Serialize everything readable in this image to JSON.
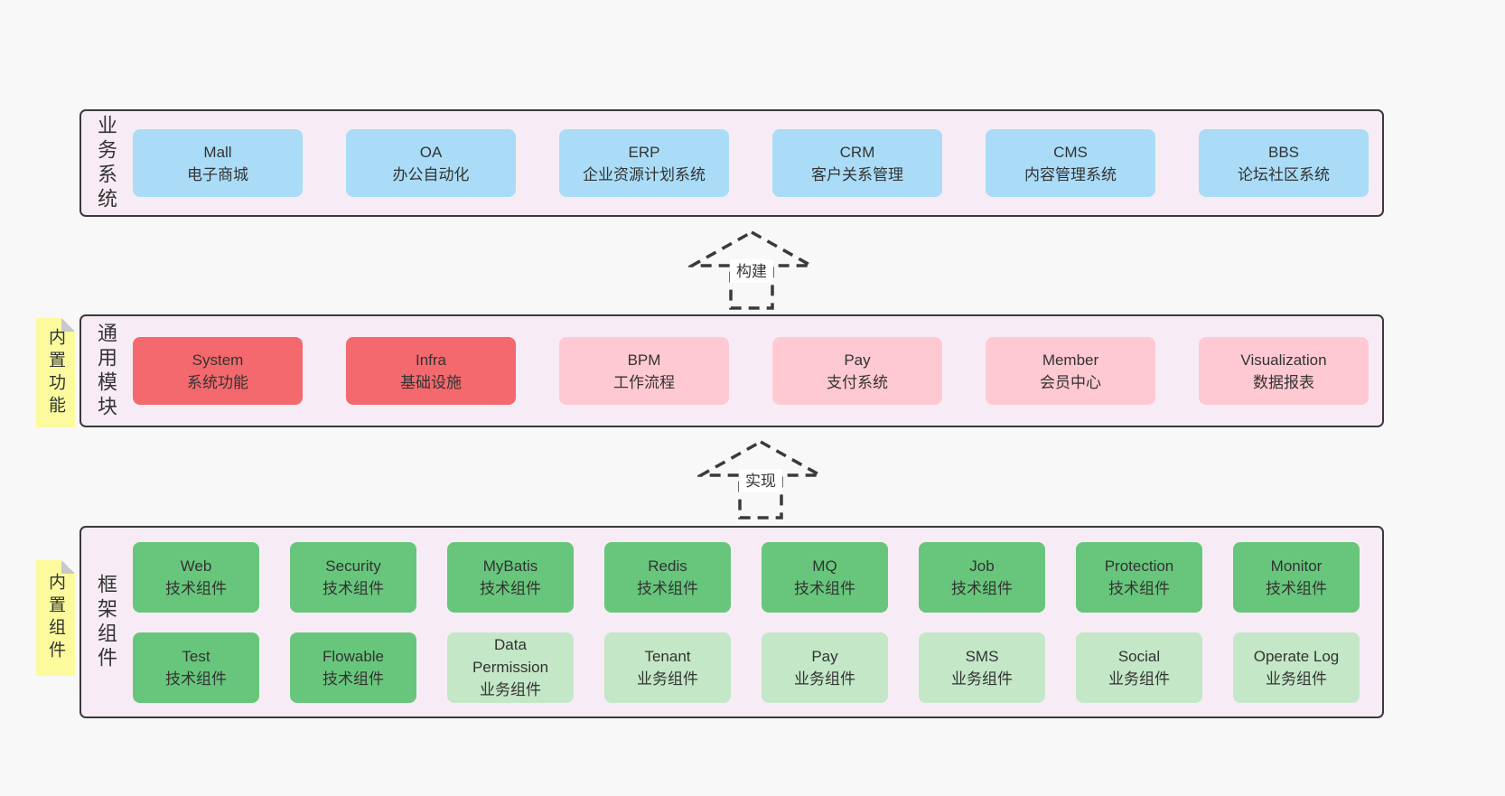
{
  "colors": {
    "page_bg": "#f8f8f8",
    "panel_bg": "#f7ecf5",
    "panel_border": "#3a3a3a",
    "blue": "#aadcf7",
    "red": "#f4696d",
    "pink": "#ffc9d3",
    "green": "#67c67b",
    "light_green": "#c3e7c7",
    "sticky_yellow": "#fbfb9e",
    "fold_gray": "#c9c9c9",
    "text": "#333333"
  },
  "arrows": [
    {
      "label": "构建"
    },
    {
      "label": "实现"
    }
  ],
  "layers": [
    {
      "id": "business",
      "side_label": "业务系统",
      "sticky": null,
      "rows": [
        [
          {
            "en": "Mall",
            "zh": "电子商城",
            "variant": "blue"
          },
          {
            "en": "OA",
            "zh": "办公自动化",
            "variant": "blue"
          },
          {
            "en": "ERP",
            "zh": "企业资源计划系统",
            "variant": "blue"
          },
          {
            "en": "CRM",
            "zh": "客户关系管理",
            "variant": "blue"
          },
          {
            "en": "CMS",
            "zh": "内容管理系统",
            "variant": "blue"
          },
          {
            "en": "BBS",
            "zh": "论坛社区系统",
            "variant": "blue"
          }
        ]
      ]
    },
    {
      "id": "modules",
      "side_label": "通用模块",
      "sticky": "内置功能",
      "rows": [
        [
          {
            "en": "System",
            "zh": "系统功能",
            "variant": "red"
          },
          {
            "en": "Infra",
            "zh": "基础设施",
            "variant": "red"
          },
          {
            "en": "BPM",
            "zh": "工作流程",
            "variant": "pink"
          },
          {
            "en": "Pay",
            "zh": "支付系统",
            "variant": "pink"
          },
          {
            "en": "Member",
            "zh": "会员中心",
            "variant": "pink"
          },
          {
            "en": "Visualization",
            "zh": "数据报表",
            "variant": "pink"
          }
        ]
      ]
    },
    {
      "id": "framework",
      "side_label": "框架组件",
      "sticky": "内置组件",
      "rows": [
        [
          {
            "en": "Web",
            "zh": "技术组件",
            "variant": "green"
          },
          {
            "en": "Security",
            "zh": "技术组件",
            "variant": "green"
          },
          {
            "en": "MyBatis",
            "zh": "技术组件",
            "variant": "green"
          },
          {
            "en": "Redis",
            "zh": "技术组件",
            "variant": "green"
          },
          {
            "en": "MQ",
            "zh": "技术组件",
            "variant": "green"
          },
          {
            "en": "Job",
            "zh": "技术组件",
            "variant": "green"
          },
          {
            "en": "Protection",
            "zh": "技术组件",
            "variant": "green"
          },
          {
            "en": "Monitor",
            "zh": "技术组件",
            "variant": "green"
          }
        ],
        [
          {
            "en": "Test",
            "zh": "技术组件",
            "variant": "green"
          },
          {
            "en": "Flowable",
            "zh": "技术组件",
            "variant": "green"
          },
          {
            "en": "Data Permission",
            "zh": "业务组件",
            "variant": "lightgreen"
          },
          {
            "en": "Tenant",
            "zh": "业务组件",
            "variant": "lightgreen"
          },
          {
            "en": "Pay",
            "zh": "业务组件",
            "variant": "lightgreen"
          },
          {
            "en": "SMS",
            "zh": "业务组件",
            "variant": "lightgreen"
          },
          {
            "en": "Social",
            "zh": "业务组件",
            "variant": "lightgreen"
          },
          {
            "en": "Operate Log",
            "zh": "业务组件",
            "variant": "lightgreen"
          }
        ]
      ]
    }
  ]
}
